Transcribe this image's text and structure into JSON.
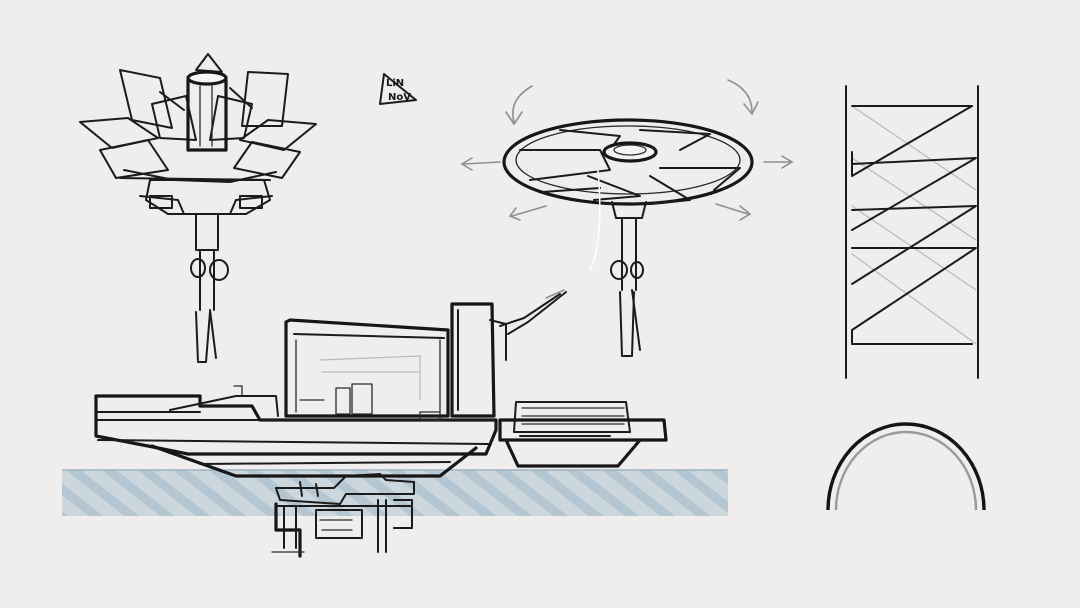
{
  "sketch": {
    "background_color": "#efeeec",
    "water_color": "#a8bfcc",
    "ink_color": "#1b1b1b",
    "signature": {
      "line1": "LiN",
      "line2": "NoV"
    },
    "elements": [
      "folded-flower-drone",
      "spinning-disc-drone",
      "rotation-arrows",
      "signature-logo",
      "lattice-tower",
      "arch-cross-section",
      "floating-platform-boat",
      "water-surface",
      "submerged-hull-structure"
    ]
  }
}
